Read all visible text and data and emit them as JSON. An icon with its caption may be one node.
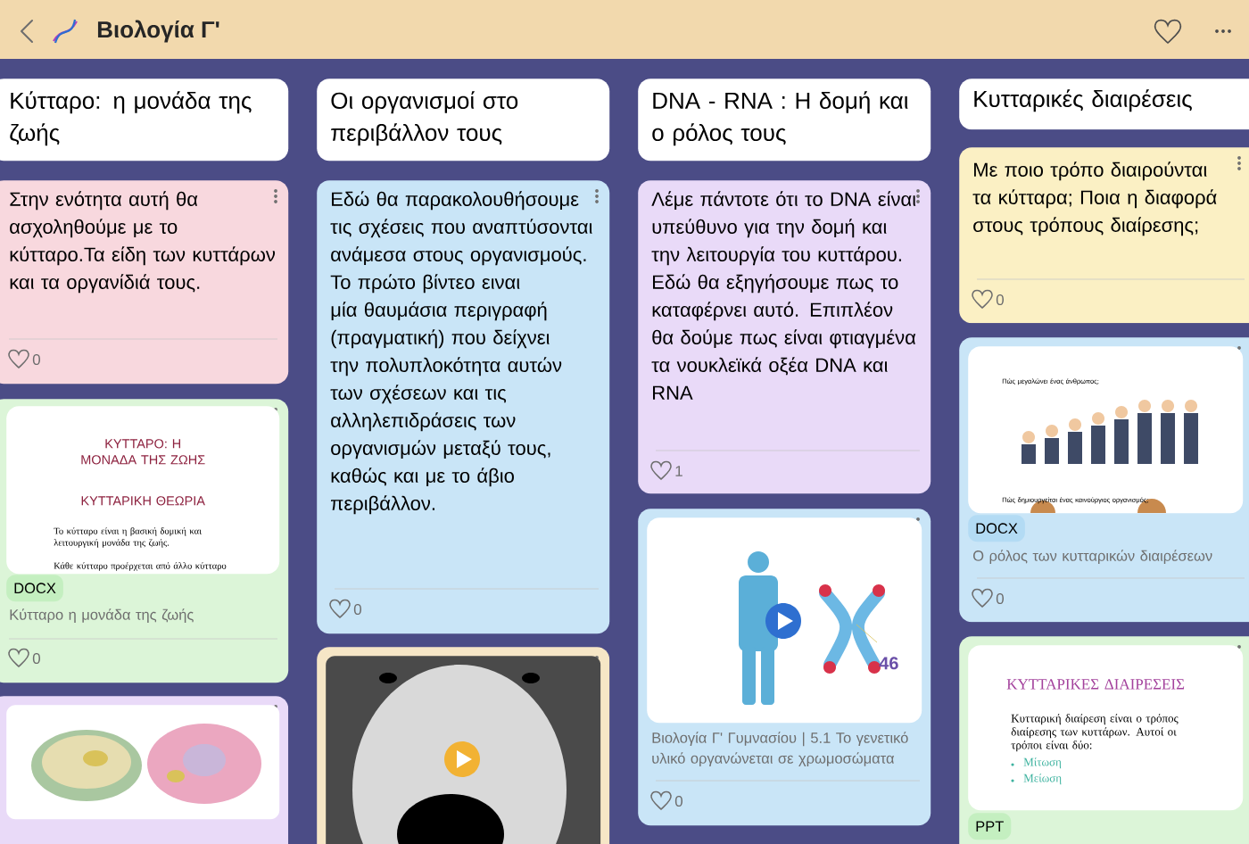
{
  "diagram": {
    "title": "Βιολογία Γ'",
    "nodes": [
      {
        "text": [
          "Κύτταρο: η μονάδα της ζωής"
        ]
      },
      {
        "text": [
          "Στην ενότητα αυτή θα ασχοληθούμε με το κύτταρο.Τα είδη των κυττάρων και τα οργανίδιά τους.",
          "0"
        ]
      },
      {
        "text": [
          "DOCX",
          "Κύτταρο η μονάδα της ζωής",
          "0"
        ]
      },
      {
        "text": [
          "ΚΥΤΤΑΡΟ: Η ΜΟΝΑΔΑ ΤΗΣ ΖΩΗΣ",
          "ΚΥΤΤΑΡΙΚΗ ΘΕΩΡΙΑ",
          "Το κύτταρο είναι η βασική δομική και λειτουργική μονάδα της ζωής.",
          "Κάθε κύτταρο προέρχεται από άλλο κύτταρο"
        ],
        "in": 2
      },
      {
        "text": [],
        "shape": "box"
      },
      {
        "text": [],
        "shape": "picture",
        "in": 4
      },
      {
        "text": [
          "Οι οργανισμοί στο περιβάλλον τους"
        ]
      },
      {
        "text": [
          "Εδώ θα παρακολουθήσουμε τις σχέσεις που αναπτύσονται ανάμεσα στους οργανισμούς. Το πρώτο βίντεο ειναι μία θαυμάσια περιγραφή (πραγματική) που δείχνει την πολυπλοκότητα αυτών των σχέσεων και τις αλληλεπιδράσεις των οργανισμών μεταξύ τους, καθώς και με το άβιο περιβάλλον.",
          "0"
        ]
      },
      {
        "text": [],
        "shape": "box"
      },
      {
        "text": [],
        "shape": "picture",
        "in": 8
      },
      {
        "text": [
          "DNA - RNA : Η δομή και ο ρόλος τους"
        ]
      },
      {
        "text": [
          "Λέμε πάντοτε ότι το DNA είναι υπεύθυνο για την δομή και την λειτουργία του κυττάρου. Εδώ θα εξηγήσουμε πως το καταφέρνει αυτό. Επιπλέον θα δούμε πως είναι φτιαγμένα τα νουκλεϊκά οξέα DNA και RNA",
          "1"
        ]
      },
      {
        "text": [
          "Βιολογία Γ' Γυμνασίου | 5.1 Το γενετικό υλικό οργανώνεται σε χρωμοσώματα",
          "0"
        ]
      },
      {
        "text": [
          "46"
        ],
        "in": 12
      },
      {
        "text": [
          "Κυτταρικές διαιρέσεις"
        ]
      },
      {
        "text": [
          "Με ποιο τρόπο διαιρούνται τα κύτταρα; Ποια η διαφορά στους τρόπους διαίρεσης;",
          "0"
        ]
      },
      {
        "text": [
          "DOCX",
          "Ο ρόλος των κυτταρικών διαιρέσεων",
          "0"
        ]
      },
      {
        "text": [
          "Πώς μεγαλώνει ένας άνθρωπος;",
          "Πώς δημιουργείται ένας καινούργιος οργανισμός;"
        ],
        "in": 16
      },
      {
        "text": [
          "PPT"
        ]
      },
      {
        "text": [
          "ΚΥΤΤΑΡΙΚΕΣ ΔΙΑΙΡΕΣΕΙΣ",
          "Κυτταρική διαίρεση είναι ο τρόπος διαίρεσης των κυττάρων. Αυτοί οι τρόποι είναι δύο:",
          "Μίτωση",
          "Μείωση"
        ],
        "in": 18
      }
    ]
  }
}
